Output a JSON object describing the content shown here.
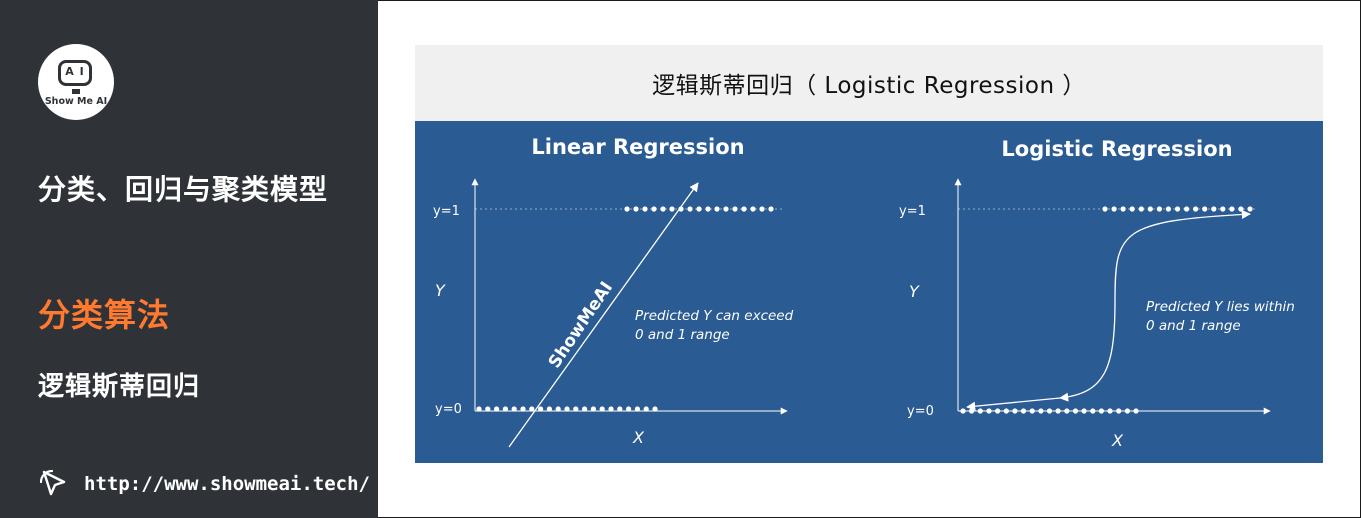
{
  "sidebar": {
    "logo_icon_text": "A I",
    "logo_text": "Show Me AI",
    "title": "分类、回归与聚类模型",
    "section": "分类算法",
    "subsection": "逻辑斯蒂回归",
    "url": "http://www.showmeai.tech/"
  },
  "header": {
    "title": "逻辑斯蒂回归（ Logistic Regression ）"
  },
  "colors": {
    "sidebar_bg": "#2f3338",
    "accent_orange": "#ff7a2f",
    "panel_blue": "#2a5b92"
  },
  "diagram": {
    "linear": {
      "title": "Linear Regression",
      "y1_label": "y=1",
      "y0_label": "y=0",
      "y_axis": "Y",
      "x_axis": "X",
      "note_line1": "Predicted Y can exceed",
      "note_line2": "0 and 1 range",
      "watermark": "ShowMeAI"
    },
    "logistic": {
      "title": "Logistic Regression",
      "y1_label": "y=1",
      "y0_label": "y=0",
      "y_axis": "Y",
      "x_axis": "X",
      "note_line1": "Predicted Y lies within",
      "note_line2": "0 and 1 range"
    }
  }
}
